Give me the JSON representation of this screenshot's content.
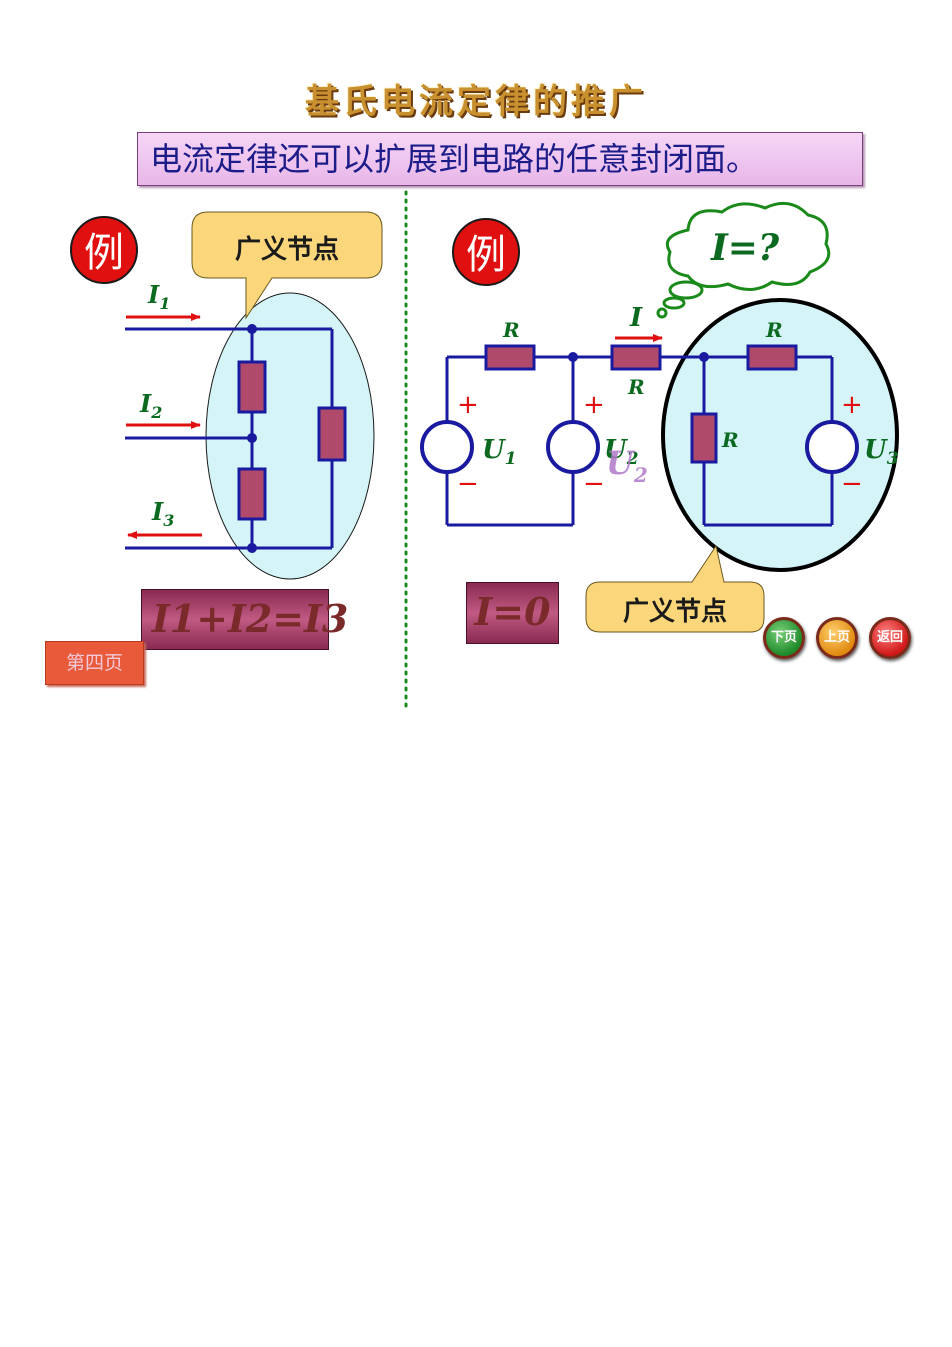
{
  "title": "基氏电流定律的推广",
  "subtitle": "电流定律还可以扩展到电路的任意封闭面。",
  "left_example": {
    "badge": "例",
    "callout": "广义节点",
    "currents": {
      "i1": "I",
      "i1_sub": "1",
      "i2": "I",
      "i2_sub": "2",
      "i3": "I",
      "i3_sub": "3"
    },
    "equation": "I1+I2=I3"
  },
  "right_example": {
    "badge": "例",
    "thought": "I=?",
    "current_label": "I",
    "resistor_label": "R",
    "source_labels": {
      "u1": "U",
      "u1_sub": "1",
      "u2": "U",
      "u2_sub": "2",
      "u3": "U",
      "u3_sub": "3",
      "u2_ghost": "U",
      "u2_ghost_sub": "2"
    },
    "plus": "+",
    "minus": "−",
    "callout": "广义节点",
    "equation": "I=0"
  },
  "page_label": "第四页",
  "nav": {
    "next": "下页",
    "prev": "上页",
    "back": "返回"
  },
  "colors": {
    "wire": "#1a1aa0",
    "resistor_fill": "#b04a6a",
    "closed_surface_fill": "#d4f4f8",
    "badge_fill": "#e01010",
    "callout_fill": "#fbd67a",
    "label_green": "#0c6a20",
    "arrow_red": "#e01010"
  }
}
